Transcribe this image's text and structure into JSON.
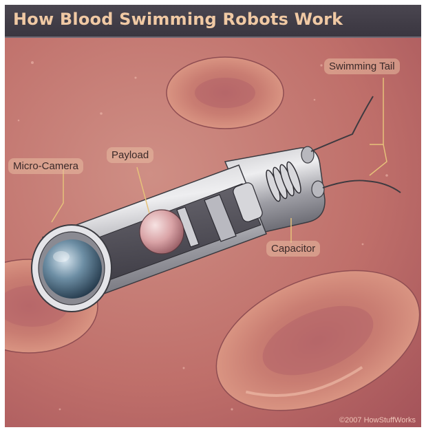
{
  "title": "How Blood Swimming Robots Work",
  "labels": {
    "micro_camera": "Micro-Camera",
    "payload": "Payload",
    "capacitor": "Capacitor",
    "swimming_tail": "Swimming Tail"
  },
  "copyright": "©2007 HowStuffWorks",
  "colors": {
    "header_bg": "#3f3b45",
    "title_text": "#f0c9a4",
    "background_blood": "#c0706a",
    "blood_cell": "#cf8478",
    "callout_line": "#e6c27a"
  },
  "icons": [
    "blood-cell-icon",
    "robot-capsule-icon",
    "camera-lens-icon",
    "payload-sphere-icon",
    "capacitor-coil-icon",
    "tail-wire-icon"
  ]
}
